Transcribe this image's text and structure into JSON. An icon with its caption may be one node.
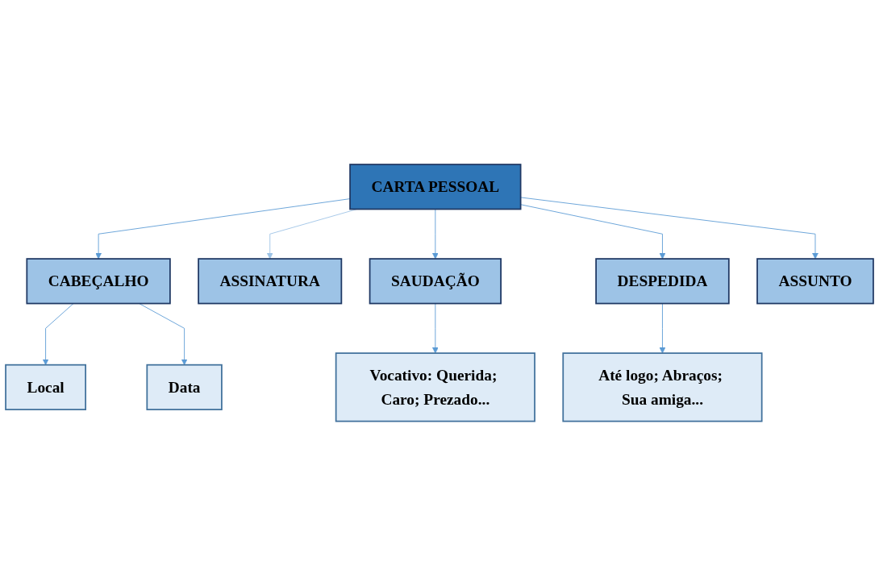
{
  "diagram": {
    "nodes": [
      {
        "text": [
          "CARTA PESSOAL"
        ]
      },
      {
        "text": [
          "CABEÇALHO"
        ]
      },
      {
        "text": [
          "ASSINATURA"
        ]
      },
      {
        "text": [
          "Local"
        ]
      },
      {
        "text": [
          "Data"
        ]
      },
      {
        "text": [
          "DESPEDIDA"
        ]
      },
      {
        "text": [
          "SAUDAÇÃO"
        ]
      },
      {
        "text": [
          "ASSUNTO"
        ]
      },
      {
        "text": [
          "Até logo; Abraços; Sua amiga..."
        ]
      },
      {
        "text": [
          "Vocativo: Querida; Caro; Prezado..."
        ]
      }
    ],
    "edges": [
      {
        "from": 0,
        "to": 1,
        "arrow": "to"
      },
      {
        "from": 0,
        "to": 6,
        "arrow": "to"
      },
      {
        "from": 0,
        "to": 7,
        "arrow": "to"
      },
      {
        "from": 0,
        "to": 5,
        "arrow": "to"
      },
      {
        "from": 0,
        "to": 2,
        "arrow": "to",
        "color": "#9dc3e6"
      },
      {
        "from": 1,
        "to": 3,
        "arrow": "to"
      },
      {
        "from": 1,
        "to": 4,
        "arrow": "to"
      },
      {
        "from": 5,
        "to": 8,
        "arrow": "to"
      },
      {
        "from": 6,
        "to": 9,
        "arrow": "to"
      }
    ]
  }
}
